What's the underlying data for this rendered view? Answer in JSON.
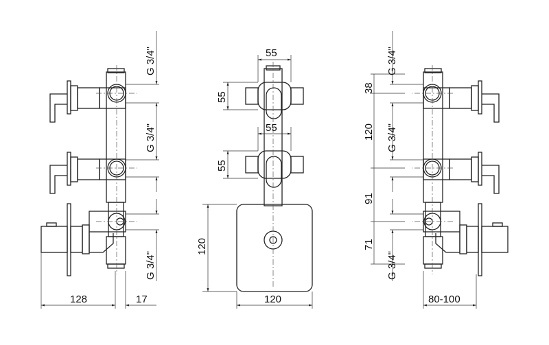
{
  "left_view": {
    "thread_labels": [
      "G 3/4\"",
      "G 3/4\"",
      "G 3/4\""
    ],
    "dim_depth": "128",
    "dim_offset": "17"
  },
  "front_view": {
    "dim_top_width": "55",
    "dim_top_height": "55",
    "dim_mid_width": "55",
    "dim_mid_height": "55",
    "dim_plate_height": "120",
    "dim_plate_width": "120"
  },
  "right_view": {
    "thread_labels": [
      "G 3/4\"",
      "G 3/4\"",
      "G 3/4\""
    ],
    "dim_38": "38",
    "dim_120": "120",
    "dim_91": "91",
    "dim_71": "71",
    "dim_wall": "80-100"
  }
}
